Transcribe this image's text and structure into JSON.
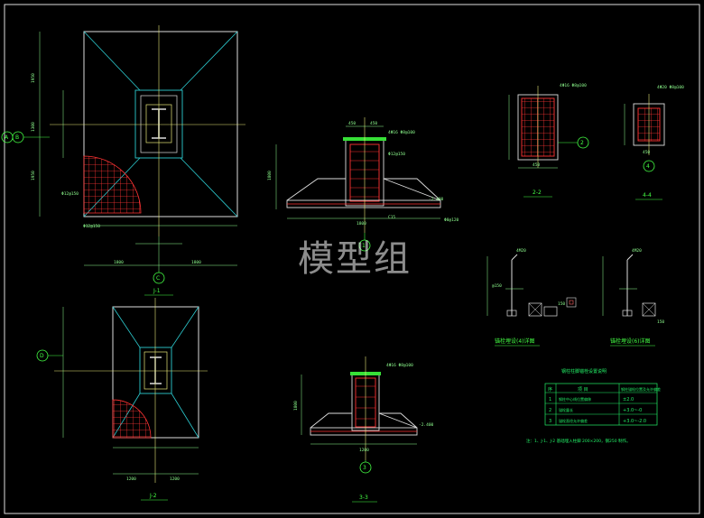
{
  "watermark": "模型组",
  "views": {
    "j1": "J-1",
    "j2": "J-2",
    "s22": "2-2",
    "s44": "4-4",
    "s33": "3-3"
  },
  "axes": {
    "a_left": "A",
    "b_left": "B",
    "j1_bottom": "C",
    "s11_axis": "1",
    "j2_left": "D",
    "s22_axis": "2",
    "s44_axis": "4",
    "s33_axis": "3"
  },
  "dims": {
    "j1_top": "1950",
    "j1_mid": "1300",
    "j1_bot": "1950",
    "j1_w": "1800",
    "j1_w2": "1800",
    "s11_w1": "450",
    "s11_w2": "450",
    "s11_h": "1800",
    "s11_base": "1800",
    "s11_elev": "-2.400",
    "s33_elev": "-2.400",
    "j2_w": "1200",
    "j2_w2": "1200",
    "s33_base": "1200",
    "s33_h": "1800",
    "s22_w": "450",
    "s44_w": "450"
  },
  "labels": {
    "rebar1": "Φ12@150",
    "rebar2": "Φ12@150",
    "rebar_s11a": "4Φ16 Φ8@100",
    "rebar_s11b": "Φ12@150",
    "rebar_s11c": "C15",
    "rebar_s11d": "Φ8@120",
    "rebar_s22": "4Φ16 Φ8@100",
    "rebar_s44": "4Φ20 Φ8@100",
    "rebar_s33": "4Φ16 Φ8@100",
    "bolt_left": "锚栓埋设(4)详图",
    "bolt_right": "锚栓埋设(6)详图",
    "bolt_tl": "4M20",
    "bolt_tr": "4M20",
    "bolt_d1": "@150",
    "bolt_d2": "150",
    "bolt_d3": "150"
  },
  "table": {
    "title": "钢柱柱脚锚栓设置说明",
    "headers": [
      "序",
      "项 目",
      "钢柱锚栓位置及允许偏差"
    ],
    "rows": [
      [
        "1",
        "钢柱中心线位置偏移",
        "±2.0"
      ],
      [
        "2",
        "锚栓露长",
        "+3.0~-0"
      ],
      [
        "3",
        "锚栓直径允许偏差",
        "+3.0~-2.0"
      ]
    ],
    "note": "注：1、J-1、J-2 基础埋入柱脚 200×200，钢250 制作。"
  }
}
